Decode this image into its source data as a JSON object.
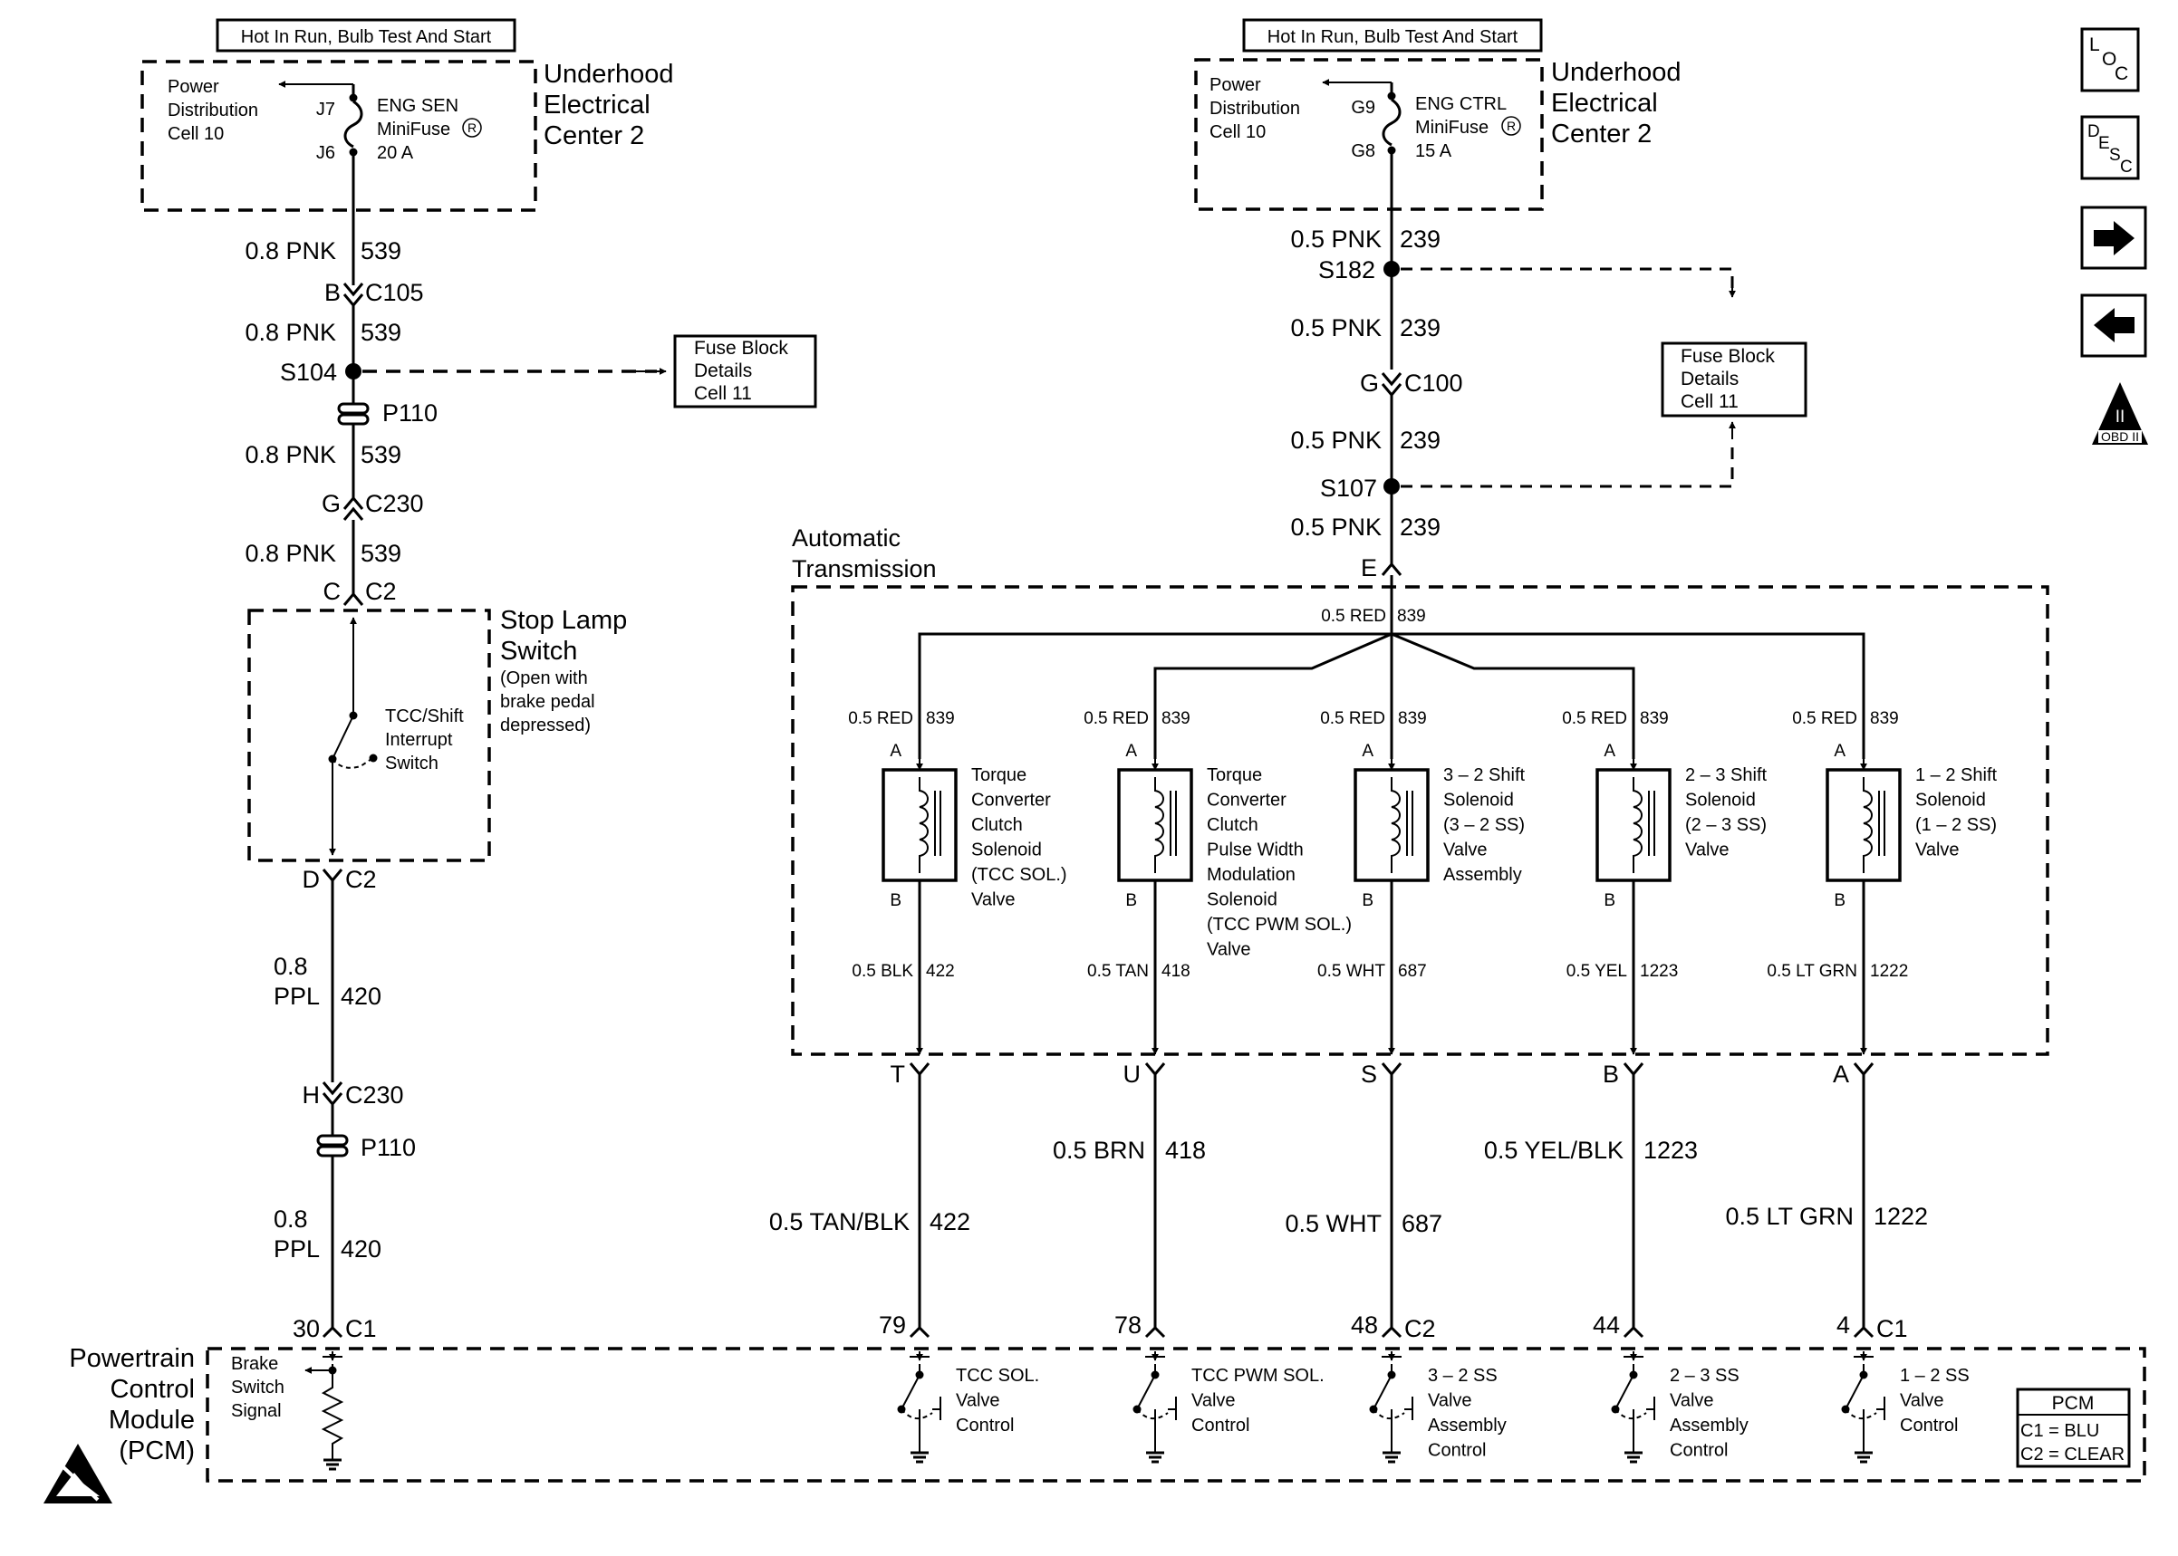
{
  "left_feed": {
    "power_label": "Hot In Run, Bulb Test And Start",
    "center_name": [
      "Underhood",
      "Electrical",
      "Center 2"
    ],
    "pdc_label": [
      "Power",
      "Distribution",
      "Cell 10"
    ],
    "fuse_label": [
      "ENG SEN",
      "MiniFuse",
      "20 A"
    ],
    "fuse_in_pin": "J7",
    "fuse_out_pin": "J6"
  },
  "right_feed": {
    "power_label": "Hot In Run, Bulb Test And Start",
    "center_name": [
      "Underhood",
      "Electrical",
      "Center 2"
    ],
    "pdc_label": [
      "Power",
      "Distribution",
      "Cell 10"
    ],
    "fuse_label": [
      "ENG CTRL",
      "MiniFuse",
      "15 A"
    ],
    "fuse_in_pin": "G9",
    "fuse_out_pin": "G8"
  },
  "registered_mark": "R",
  "left_circuit": {
    "wire_539": [
      "0.8 PNK",
      "539"
    ],
    "wire_420_gauge": "0.8",
    "wire_420_color": "PPL",
    "wire_420_num": "420",
    "c105": [
      "B",
      "C105"
    ],
    "splice": "S104",
    "p110": "P110",
    "c230_top": [
      "G",
      "C230"
    ],
    "c2_top": [
      "C",
      "C2"
    ],
    "c2_bottom": [
      "D",
      "C2"
    ],
    "c230_bottom": [
      "H",
      "C230"
    ],
    "c1": [
      "30",
      "C1"
    ],
    "fuse_block": [
      "Fuse Block",
      "Details",
      "Cell 11"
    ]
  },
  "stop_lamp": {
    "title": [
      "Stop Lamp",
      "Switch"
    ],
    "note": [
      "(Open with",
      "brake pedal",
      "depressed)"
    ],
    "switch_label": [
      "TCC/Shift",
      "Interrupt",
      "Switch"
    ]
  },
  "right_circuit": {
    "wire_239": [
      "0.5 PNK",
      "239"
    ],
    "s182": "S182",
    "s107": "S107",
    "c100": [
      "G",
      "C100"
    ],
    "fuse_block": [
      "Fuse Block",
      "Details",
      "Cell 11"
    ]
  },
  "auto_trans": {
    "title": [
      "Automatic",
      "Transmission"
    ],
    "input_pin": "E",
    "bus_wire": [
      "0.5 RED",
      "839"
    ]
  },
  "solenoids": [
    {
      "top_wire": [
        "0.5 RED",
        "839"
      ],
      "pin_a": "A",
      "pin_b": "B",
      "name": [
        "Torque",
        "Converter",
        "Clutch",
        "Solenoid",
        "(TCC SOL.)",
        "Valve"
      ],
      "out_wire": [
        "0.5 BLK",
        "422"
      ],
      "conn_pin": "T",
      "pcm_wire": [
        "0.5 TAN/BLK",
        "422"
      ],
      "pcm_pin": "79",
      "pcm_conn": "",
      "pcm_driver": [
        "TCC SOL.",
        "Valve",
        "Control"
      ]
    },
    {
      "top_wire": [
        "0.5 RED",
        "839"
      ],
      "pin_a": "A",
      "pin_b": "B",
      "name": [
        "Torque",
        "Converter",
        "Clutch",
        "Pulse Width",
        "Modulation",
        "Solenoid",
        "(TCC PWM SOL.)",
        "Valve"
      ],
      "out_wire": [
        "0.5 TAN",
        "418"
      ],
      "conn_pin": "U",
      "pcm_wire": [
        "0.5 BRN",
        "418"
      ],
      "pcm_pin": "78",
      "pcm_conn": "",
      "pcm_driver": [
        "TCC PWM SOL.",
        "Valve",
        "Control"
      ]
    },
    {
      "top_wire": [
        "0.5 RED",
        "839"
      ],
      "pin_a": "A",
      "pin_b": "B",
      "name": [
        "3 – 2 Shift",
        "Solenoid",
        "(3 – 2 SS)",
        "Valve",
        "Assembly"
      ],
      "out_wire": [
        "0.5 WHT",
        "687"
      ],
      "conn_pin": "S",
      "pcm_wire": [
        "0.5 WHT",
        "687"
      ],
      "pcm_pin": "48",
      "pcm_conn": "C2",
      "pcm_driver": [
        "3 – 2 SS",
        "Valve",
        "Assembly",
        "Control"
      ]
    },
    {
      "top_wire": [
        "0.5 RED",
        "839"
      ],
      "pin_a": "A",
      "pin_b": "B",
      "name": [
        "2 – 3 Shift",
        "Solenoid",
        "(2 – 3 SS)",
        "Valve"
      ],
      "out_wire": [
        "0.5 YEL",
        "1223"
      ],
      "conn_pin": "B",
      "pcm_wire": [
        "0.5 YEL/BLK",
        "1223"
      ],
      "pcm_pin": "44",
      "pcm_conn": "",
      "pcm_driver": [
        "2 – 3 SS",
        "Valve",
        "Assembly",
        "Control"
      ]
    },
    {
      "top_wire": [
        "0.5 RED",
        "839"
      ],
      "pin_a": "A",
      "pin_b": "B",
      "name": [
        "1 – 2 Shift",
        "Solenoid",
        "(1 – 2 SS)",
        "Valve"
      ],
      "out_wire": [
        "0.5 LT GRN",
        "1222"
      ],
      "conn_pin": "A",
      "pcm_wire": [
        "0.5 LT GRN",
        "1222"
      ],
      "pcm_pin": "4",
      "pcm_conn": "C1",
      "pcm_driver": [
        "1 – 2 SS",
        "Valve",
        "Control"
      ]
    }
  ],
  "pcm": {
    "title": [
      "Powertrain",
      "Control",
      "Module",
      "(PCM)"
    ],
    "brake_label": [
      "Brake",
      "Switch",
      "Signal"
    ],
    "legend": [
      "PCM",
      "C1 = BLU",
      "C2 = CLEAR"
    ]
  },
  "nav_icons": [
    {
      "name": "location-icon",
      "text": [
        "L",
        "O",
        "C"
      ]
    },
    {
      "name": "description-icon",
      "text": [
        "D",
        "E",
        "S",
        "C"
      ]
    },
    {
      "name": "next-arrow-icon",
      "text": []
    },
    {
      "name": "previous-arrow-icon",
      "text": []
    },
    {
      "name": "obd-ii-icon",
      "text": [
        "II",
        "OBD II"
      ]
    }
  ]
}
